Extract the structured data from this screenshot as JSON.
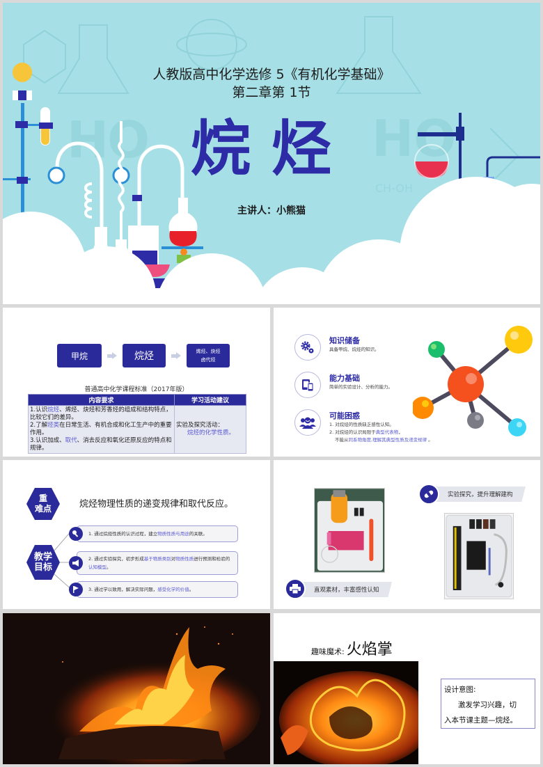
{
  "hero": {
    "subtitle_line1": "人教版高中化学选修 5《有机化学基础》",
    "subtitle_line2": "第二章第 1节",
    "title": "烷烃",
    "presenter": "主讲人：小熊猫",
    "colors": {
      "background": "#a6e0e6",
      "title": "#2d2ba6",
      "cloud": "#ffffff"
    }
  },
  "flow_slide": {
    "steps": [
      "甲烷",
      "烷烃",
      "烯烃、炔烃",
      "卤代烃"
    ],
    "standard_caption": "普通高中化学课程标准（2017年版）",
    "table": {
      "headers": [
        "内容要求",
        "学习活动建议"
      ],
      "requirements": [
        {
          "pre": "1.认识",
          "hl": "烷烃",
          "post": "、烯烃、炔烃和芳香烃的组成和结构特点，比较它们的差异。"
        },
        {
          "pre": "2.了解",
          "hl": "烃类",
          "post": "在日常生活、有机合成和化工生产中的重要作用。"
        },
        {
          "pre": "3.认识加成、",
          "hl": "取代",
          "post": "、消去反应和氧化还原反应的特点和规律。"
        }
      ],
      "activity_label": "实验及探究活动：",
      "activity_value": "烷烃的化学性质。"
    }
  },
  "prereq_slide": {
    "items": [
      {
        "icon": "gears-icon",
        "title": "知识储备",
        "lines": [
          "具备甲烷、烷烃的知识。"
        ]
      },
      {
        "icon": "devices-icon",
        "title": "能力基础",
        "lines": [
          "简单的实验设计、分析的能力。"
        ]
      },
      {
        "icon": "people-icon",
        "title": "可能困惑",
        "line1": "1. 对烷烃的性质缺乏感性认知。",
        "line2_pre": "2. 对烷烃的认识局限于",
        "line2_hl": "典型代表物",
        "line2_post": "，",
        "line3_pre": "不能从",
        "line3_hl": "同系物角度,理解其典型性质及递变规律",
        "line3_post": " 。"
      }
    ],
    "molecule_colors": {
      "center": "#f4511e",
      "green": "#1bbf6b",
      "yellow": "#ffc90e",
      "orange": "#ff8a00",
      "gray": "#7b7b86",
      "cyan": "#3dd5f5",
      "bond": "#4e4a5e"
    }
  },
  "goals_slide": {
    "key_badge": "重\n难点",
    "key_badge_line1": "重",
    "key_badge_line2": "难点",
    "key_point": "烷烃物理性质的递变规律和取代反应。",
    "goals_badge_line1": "教学",
    "goals_badge_line2": "目标",
    "goals": [
      {
        "icon": "key-icon",
        "pre": "1. 通过烷烃性质的认识过程，建立",
        "hl": "物质性质与用途",
        "post": "的关联。"
      },
      {
        "icon": "megaphone-icon",
        "pre": "2. 通过实验探究，初步形成",
        "hl": "基于物质类别",
        "mid": "对",
        "hl2": "物质性质",
        "post": "进行预测和检验的",
        "hl3": "认知模型",
        "post2": "。"
      },
      {
        "icon": "flag-icon",
        "pre": "3. 通过学以致用，解决实际问题，",
        "hl": "感受化学的价值",
        "post": "。"
      }
    ]
  },
  "materials_slide": {
    "tag1": "直观素材，丰富感性认知",
    "tag2": "实验探究，提升理解建构"
  },
  "magic_slide": {
    "label": "趣味魔术:",
    "title": "火焰掌",
    "intent_label": "设计意图:",
    "intent_line1": "激发学习兴趣，切",
    "intent_line2": "入本节课主题—烷烃。"
  }
}
